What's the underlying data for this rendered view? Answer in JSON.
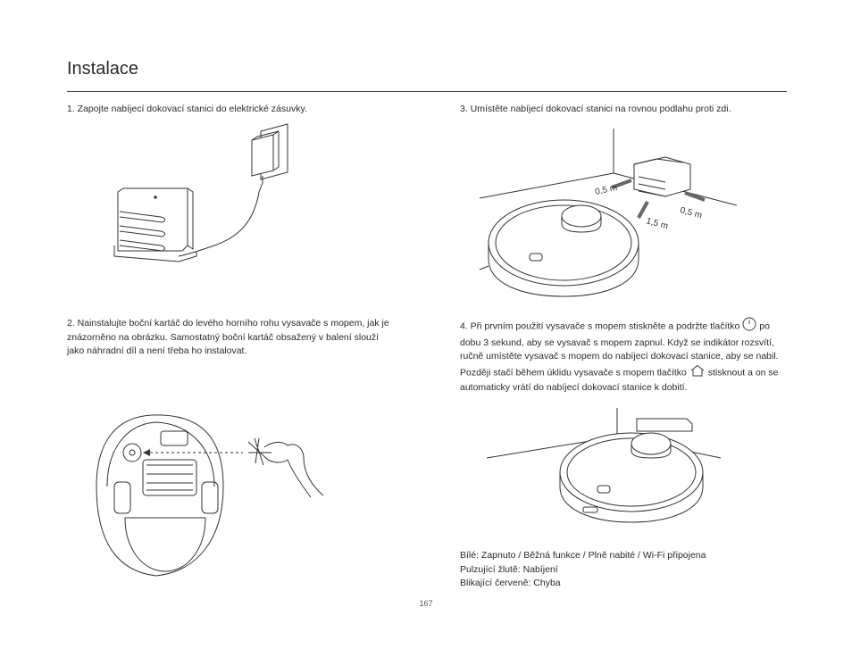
{
  "page": {
    "title": "Instalace",
    "page_number": "167"
  },
  "steps": {
    "step1": "1. Zapojte nabíjecí dokovací stanici do elektrické zásuvky.",
    "step2": "2. Nainstalujte boční kartáč do levého horního rohu vysavače s mopem, jak je znázorněno na obrázku. Samostatný boční kartáč obsažený v balení slouží jako náhradní díl a není třeba ho instalovat.",
    "step3": "3. Umístěte nabíjecí dokovací stanici na rovnou podlahu proti zdi.",
    "step4_part1": "4. Při prvním použití vysavače s mopem stiskněte a podržte tlačítko",
    "step4_part2": "po dobu 3 sekund, aby se vysavač s mopem zapnul. Když se indikátor rozsvítí, ručně umístěte vysavač s mopem do nabíjecí dokovací stanice, aby se nabil. Později stačí během úklidu vysavače s mopem tlačítko",
    "step4_part3": "stisknout a on se automaticky vrátí do nabíjecí dokovací stanice k dobití."
  },
  "figure3": {
    "label_left": "0,5 m",
    "label_front": "1,5 m",
    "label_right": "0,5 m"
  },
  "legend": {
    "line1": "Bílé: Zapnuto / Běžná funkce / Plně nabité / Wi-Fi připojena",
    "line2": "Pulzující žlutě: Nabíjení",
    "line3": "Blikající červeně: Chyba"
  },
  "icons": {
    "power": "power-icon",
    "home": "home-icon"
  }
}
